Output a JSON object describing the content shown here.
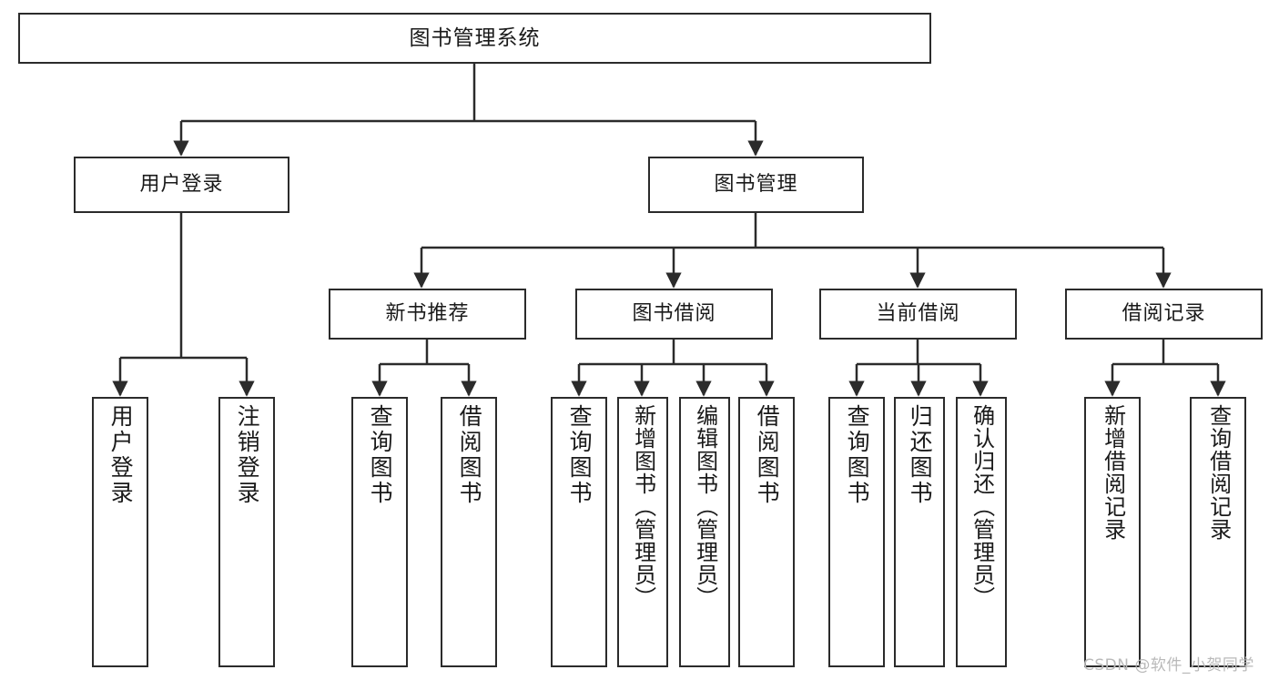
{
  "diagram": {
    "title": "图书管理系统",
    "type": "tree-hierarchy",
    "orientation": "top-down",
    "colors": {
      "box_border": "#2b2b2b",
      "box_fill": "#ffffff",
      "connector": "#2b2b2b",
      "text": "#1a1a1a",
      "background": "#ffffff",
      "watermark": "#b9b9b9"
    }
  },
  "root": {
    "label": "图书管理系统"
  },
  "level1": [
    {
      "label": "用户登录"
    },
    {
      "label": "图书管理"
    }
  ],
  "level2": [
    {
      "label": "新书推荐"
    },
    {
      "label": "图书借阅"
    },
    {
      "label": "当前借阅"
    },
    {
      "label": "借阅记录"
    }
  ],
  "leaves": {
    "user_login": [
      {
        "label": "用户登录"
      },
      {
        "label": "注销登录"
      }
    ],
    "new_book_recommend": [
      {
        "label": "查询图书"
      },
      {
        "label": "借阅图书"
      }
    ],
    "book_borrow": [
      {
        "label": "查询图书"
      },
      {
        "label": "新增图书（管理员）"
      },
      {
        "label": "编辑图书（管理员）"
      },
      {
        "label": "借阅图书"
      }
    ],
    "current_borrow": [
      {
        "label": "查询图书"
      },
      {
        "label": "归还图书"
      },
      {
        "label": "确认归还（管理员）"
      }
    ],
    "borrow_record": [
      {
        "label": "新增借阅记录"
      },
      {
        "label": "查询借阅记录"
      }
    ]
  },
  "watermark": {
    "text": "CSDN @软件_小贺同学"
  }
}
